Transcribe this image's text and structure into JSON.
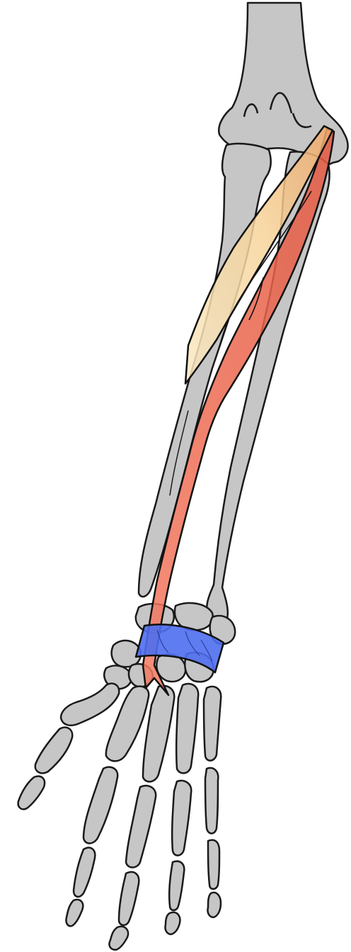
{
  "figure": {
    "subject": "forearm-and-hand-skeleton",
    "structures": [
      {
        "name": "humerus",
        "kind": "bone",
        "color": "#c6c6c6"
      },
      {
        "name": "radius",
        "kind": "bone",
        "color": "#c6c6c6"
      },
      {
        "name": "ulna",
        "kind": "bone",
        "color": "#c6c6c6"
      },
      {
        "name": "carpals",
        "kind": "bone",
        "color": "#c6c6c6"
      },
      {
        "name": "metacarpals",
        "kind": "bone",
        "color": "#c6c6c6"
      },
      {
        "name": "phalanges",
        "kind": "bone",
        "color": "#c6c6c6"
      },
      {
        "name": "flexor-muscle-pale",
        "kind": "muscle",
        "color": "#f7dba6"
      },
      {
        "name": "flexor-muscle-red",
        "kind": "muscle",
        "color": "#e8583f"
      },
      {
        "name": "tendon",
        "kind": "tendon",
        "color": "#e65a44"
      },
      {
        "name": "flexor-retinaculum",
        "kind": "ligament",
        "color": "#4e6ef0"
      }
    ],
    "colors": {
      "bone": "#c6c6c6",
      "bone_outline": "#1a1a1a",
      "muscle_pale": "#f7dba6",
      "muscle_orange": "#eea56a",
      "muscle_red": "#e8583f",
      "retinaculum": "#4e6ef0"
    }
  }
}
